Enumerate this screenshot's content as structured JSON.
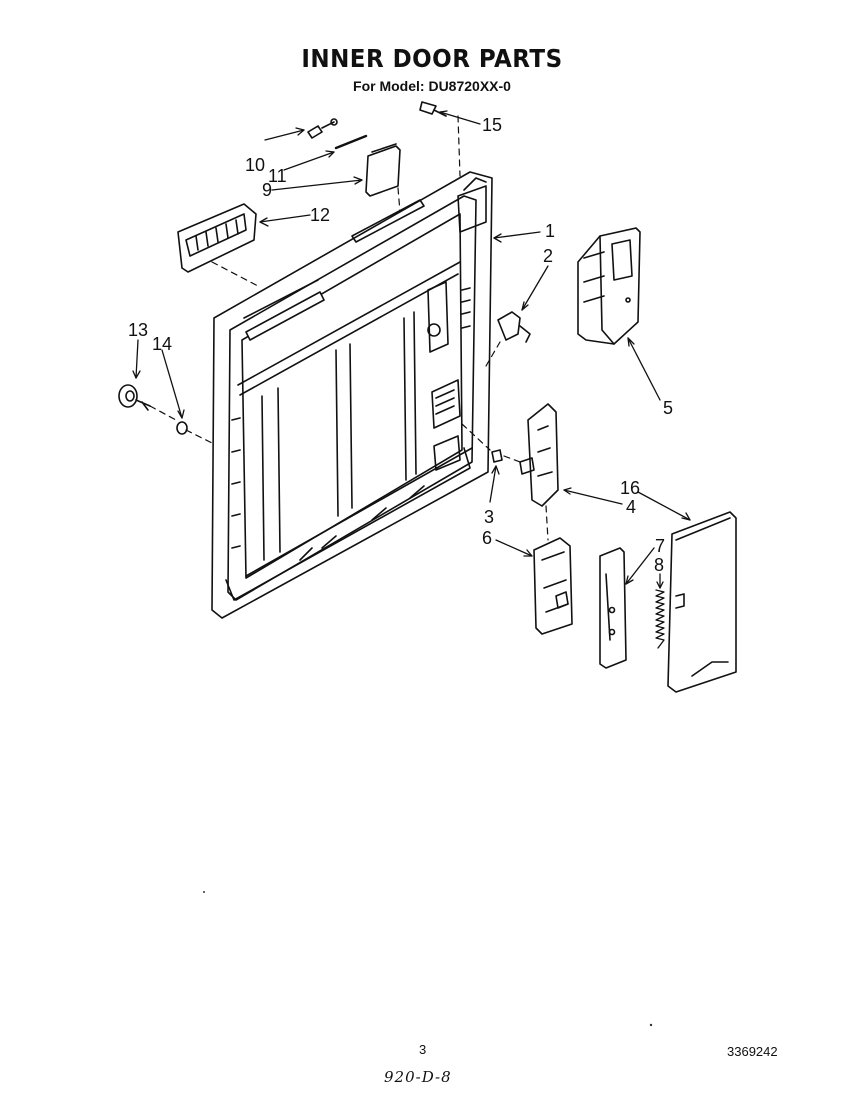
{
  "header": {
    "title": "INNER DOOR PARTS",
    "subtitle": "For Model: DU8720XX-0"
  },
  "callouts": [
    "1",
    "2",
    "3",
    "4",
    "5",
    "6",
    "7",
    "8",
    "9",
    "10",
    "11",
    "12",
    "13",
    "14",
    "15",
    "16"
  ],
  "footer": {
    "page_number": "3",
    "document_number": "3369242",
    "handwritten_note": "920-D-8"
  }
}
